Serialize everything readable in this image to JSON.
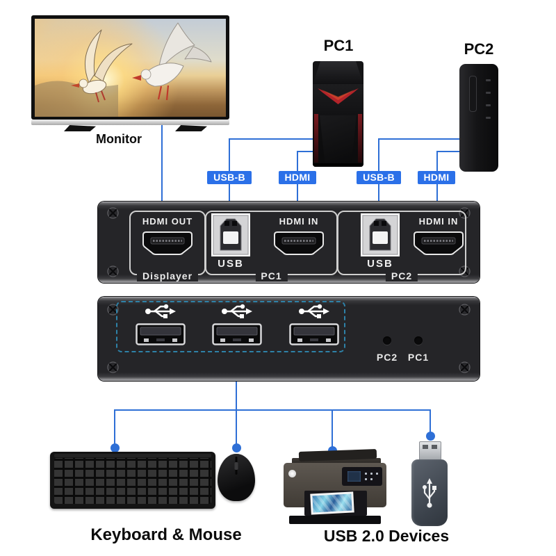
{
  "colors": {
    "connector_blue": "#2e6fd6",
    "tag_blue": "#2b70e8",
    "panel_charcoal": "#252528",
    "dashed_teal": "#2e82a8",
    "accent_red": "#b3242a"
  },
  "monitor": {
    "label": "Monitor"
  },
  "pc1": {
    "label": "PC1"
  },
  "pc2": {
    "label": "PC2"
  },
  "cable_tags": {
    "pc1_usb": "USB-B",
    "pc1_hdmi": "HDMI",
    "pc2_usb": "USB-B",
    "pc2_hdmi": "HDMI"
  },
  "rear_panel": {
    "display_section": {
      "port_label": "HDMI OUT",
      "name": "Displayer"
    },
    "pc1_section": {
      "usb_label": "USB",
      "hdmi_label": "HDMI IN",
      "name": "PC1"
    },
    "pc2_section": {
      "usb_label": "USB",
      "hdmi_label": "HDMI IN",
      "name": "PC2"
    }
  },
  "front_panel": {
    "button_labels": {
      "pc2": "PC2",
      "pc1": "PC1"
    }
  },
  "bottom": {
    "keyboard_mouse_label": "Keyboard & Mouse",
    "usb_devices_label": "USB 2.0 Devices"
  }
}
